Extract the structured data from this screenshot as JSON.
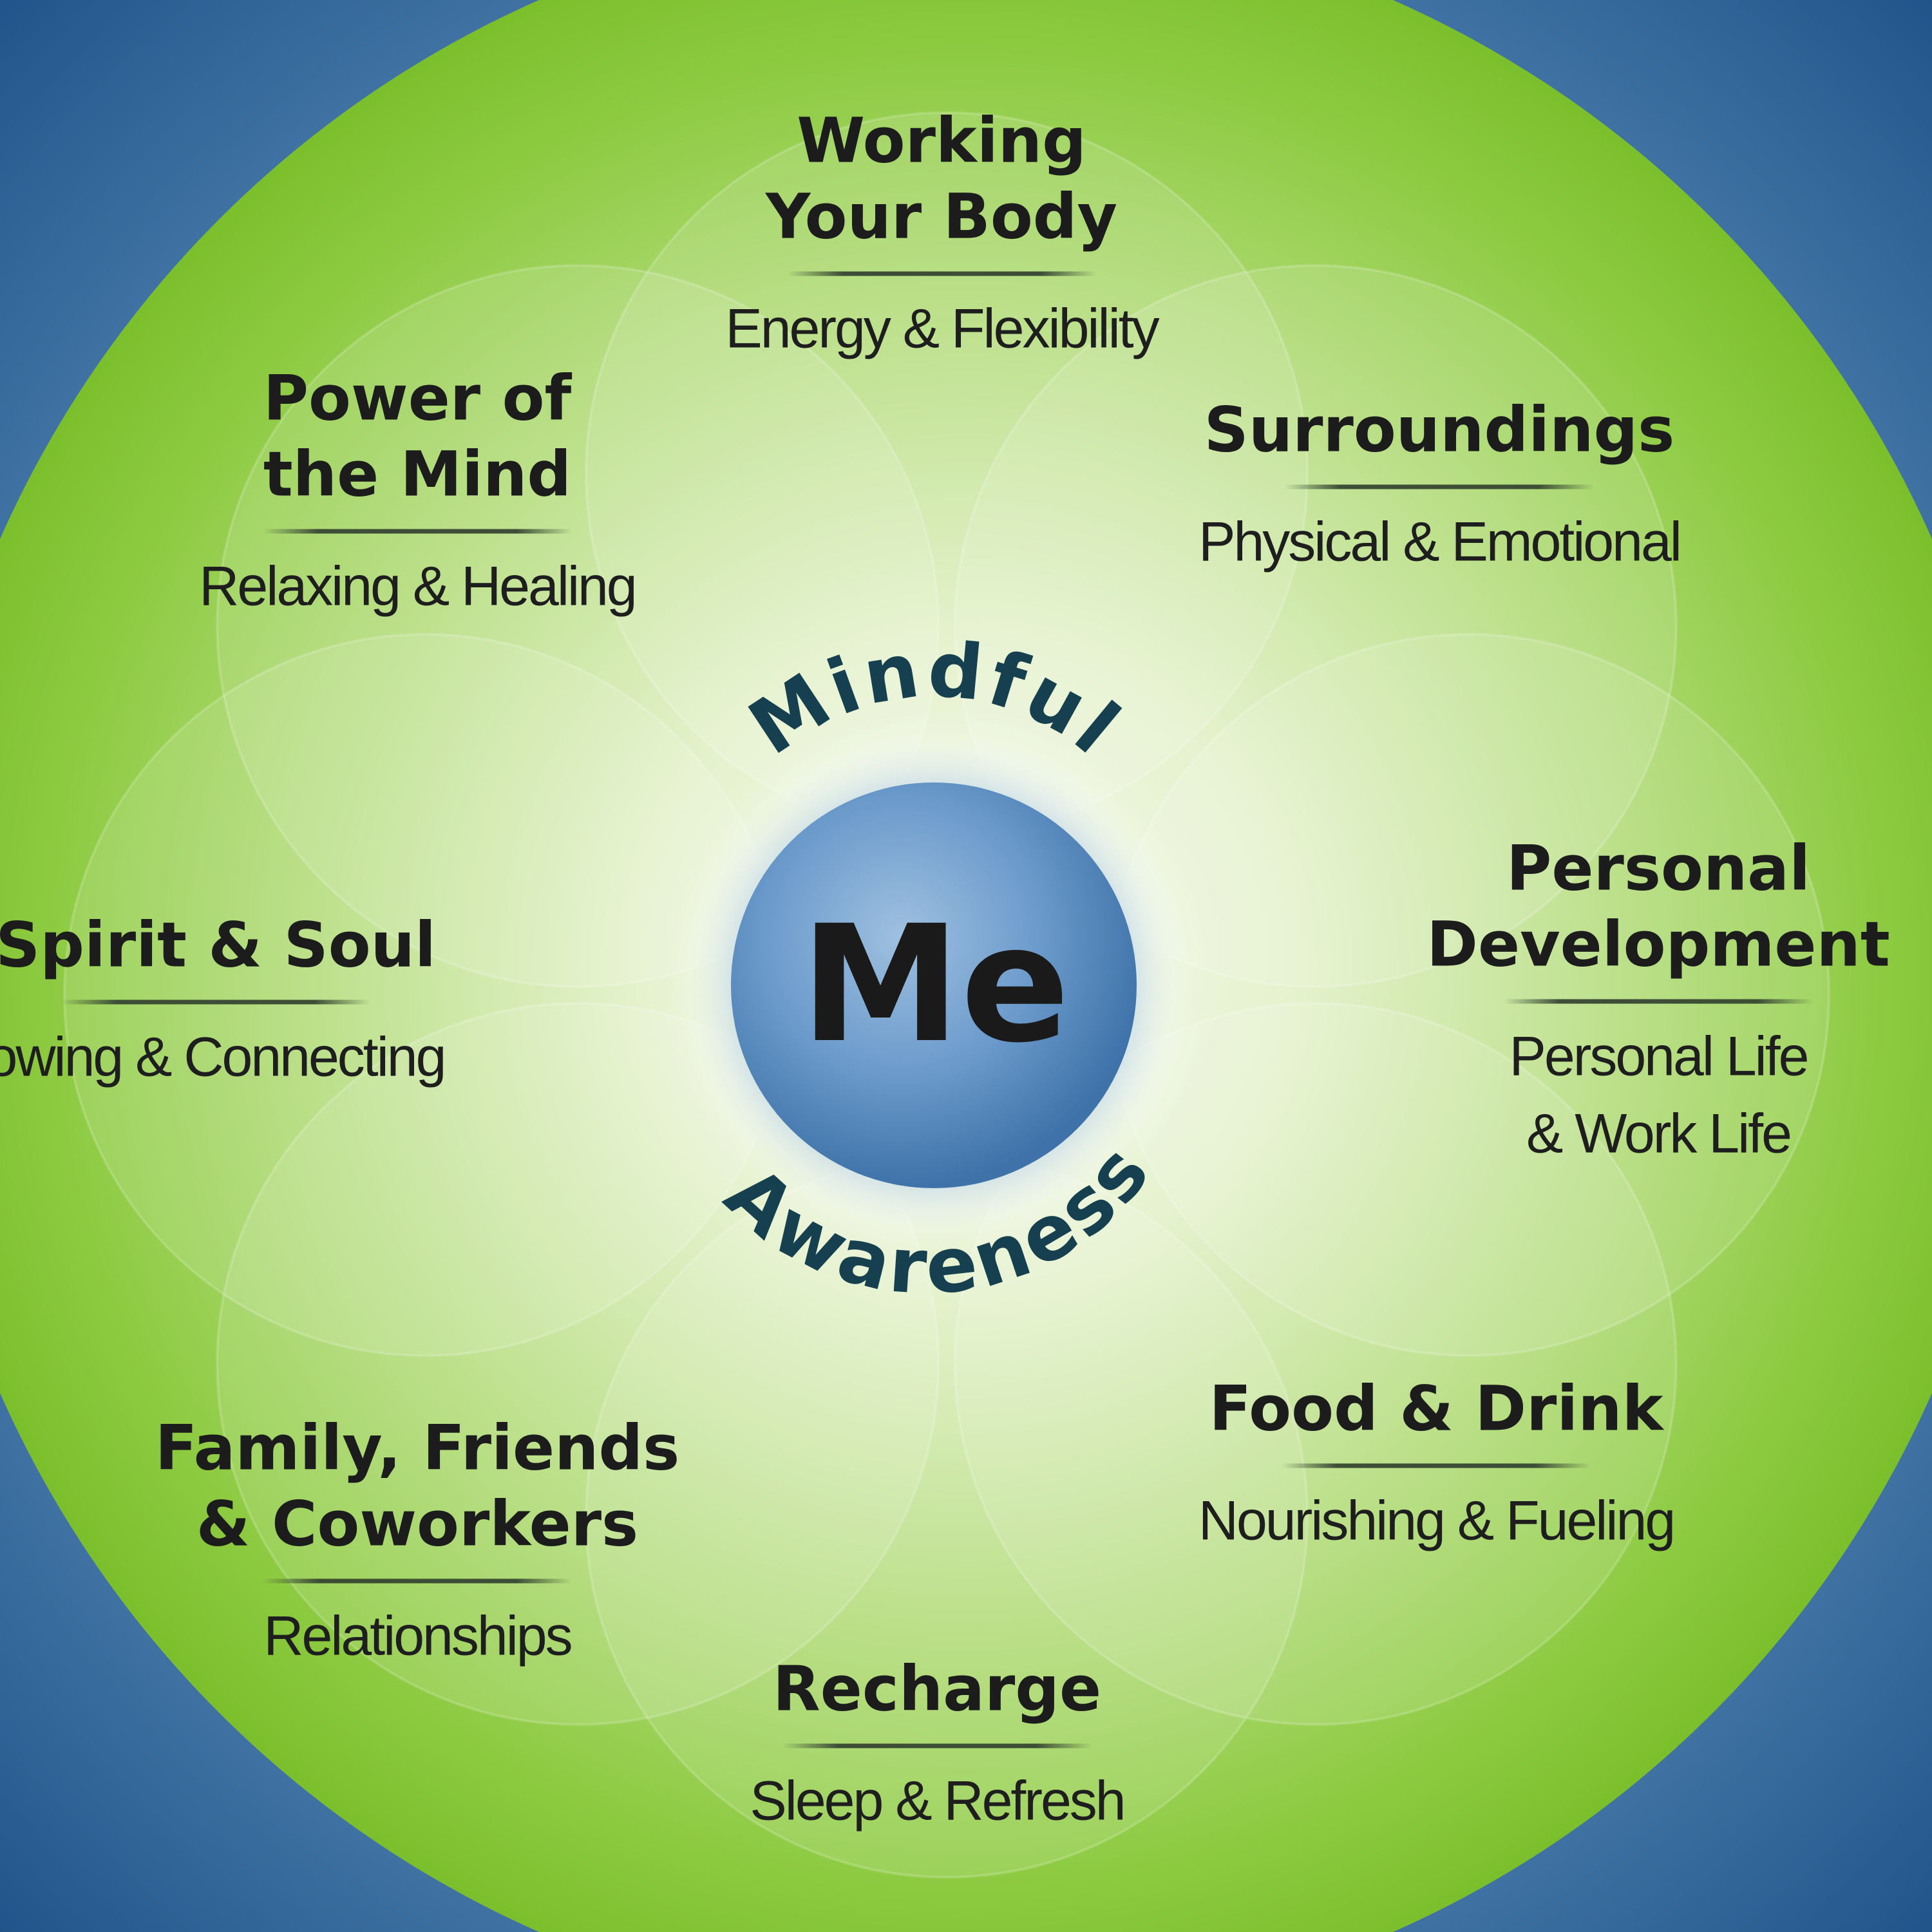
{
  "colors": {
    "background_blue": "#2f6497",
    "outer_green": "#7cbf2c",
    "inner_glow": "#f4f9ea",
    "center_circle": "#5b8cbd",
    "arc_text": "#16404f"
  },
  "center": {
    "label": "Me",
    "top_arc": "Mindful",
    "bottom_arc": "Awareness"
  },
  "petals": [
    {
      "id": "working-your-body",
      "title": "Working\nYour Body",
      "subtitle": "Energy & Flexibility"
    },
    {
      "id": "surroundings",
      "title": "Surroundings",
      "subtitle": "Physical & Emotional"
    },
    {
      "id": "personal-development",
      "title": "Personal\nDevelopment",
      "subtitle": "Personal Life\n& Work Life"
    },
    {
      "id": "food-and-drink",
      "title": "Food & Drink",
      "subtitle": "Nourishing & Fueling"
    },
    {
      "id": "recharge",
      "title": "Recharge",
      "subtitle": "Sleep & Refresh"
    },
    {
      "id": "family-friends-coworkers",
      "title": "Family, Friends\n& Coworkers",
      "subtitle": "Relationships"
    },
    {
      "id": "spirit-and-soul",
      "title": "Spirit & Soul",
      "subtitle": "owing & Connecting"
    },
    {
      "id": "power-of-the-mind",
      "title": "Power of\nthe Mind",
      "subtitle": "Relaxing & Healing"
    }
  ]
}
